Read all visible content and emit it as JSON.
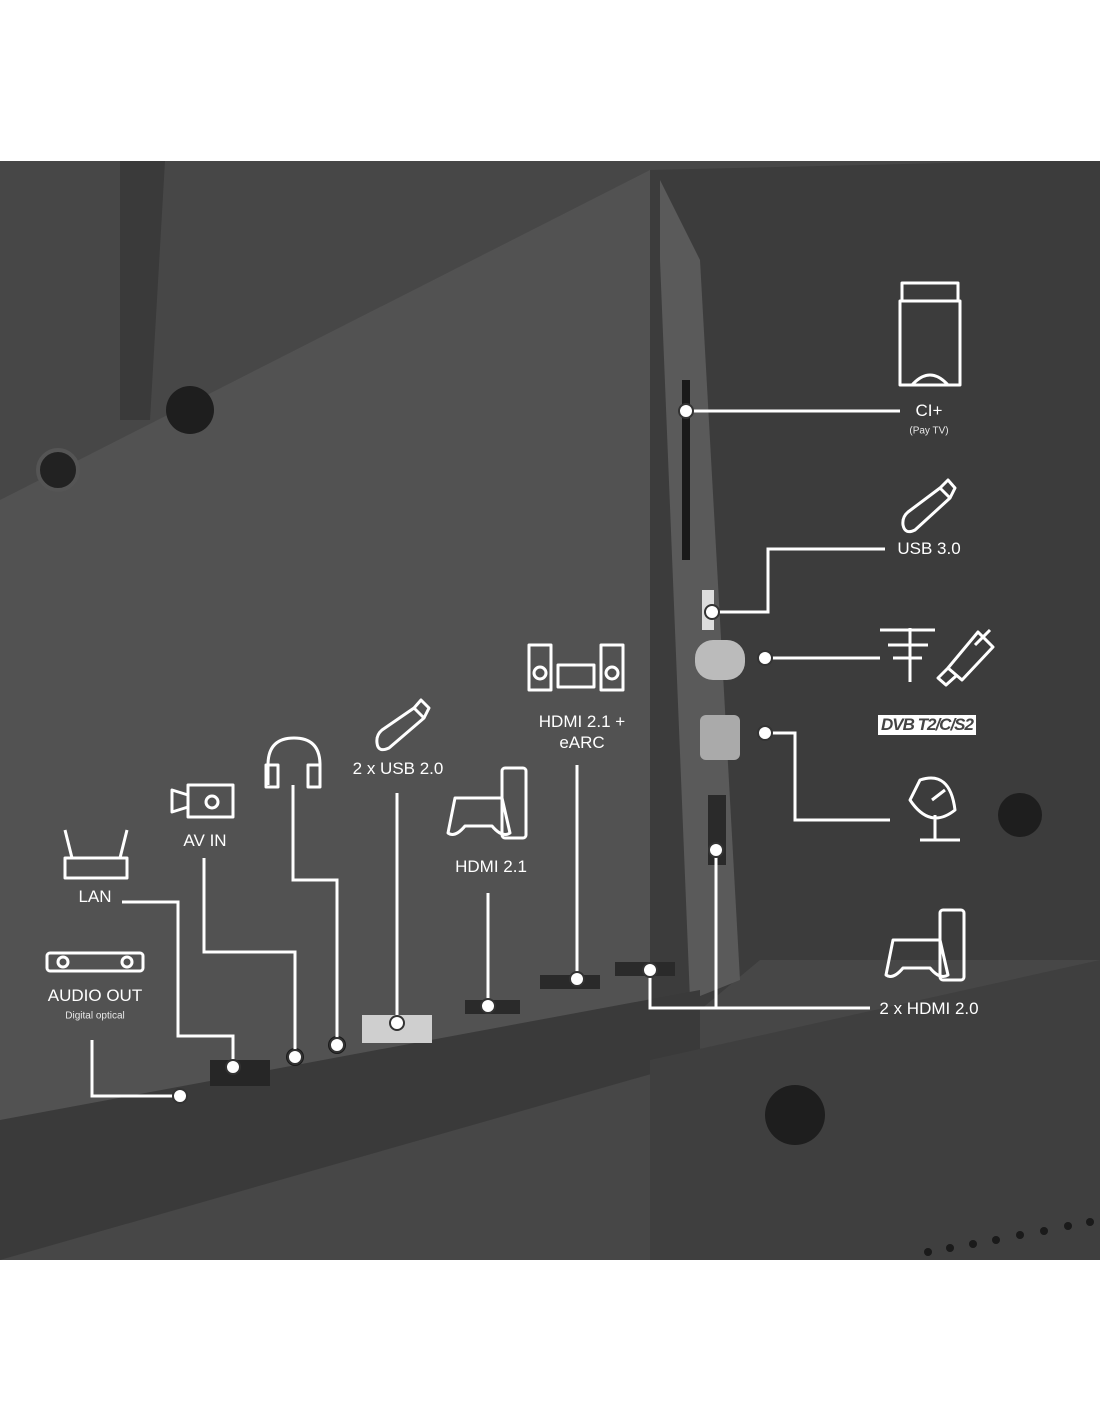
{
  "labels": {
    "ci": "CI+",
    "ci_sub": "(Pay TV)",
    "usb3": "USB 3.0",
    "dvb": "DVB T2/C/S2",
    "hdmi20": "2 x HDMI 2.0",
    "hdmi21_earc": "HDMI 2.1 +",
    "hdmi21_earc_2": "eARC",
    "hdmi21": "HDMI 2.1",
    "usb2": "2 x USB 2.0",
    "av_in": "AV IN",
    "lan": "LAN",
    "audio_out": "AUDIO OUT",
    "audio_out_sub": "Digital optical"
  },
  "colors": {
    "panel": "#4a4a4a",
    "body": "#3a3a3a",
    "line": "#ffffff"
  }
}
